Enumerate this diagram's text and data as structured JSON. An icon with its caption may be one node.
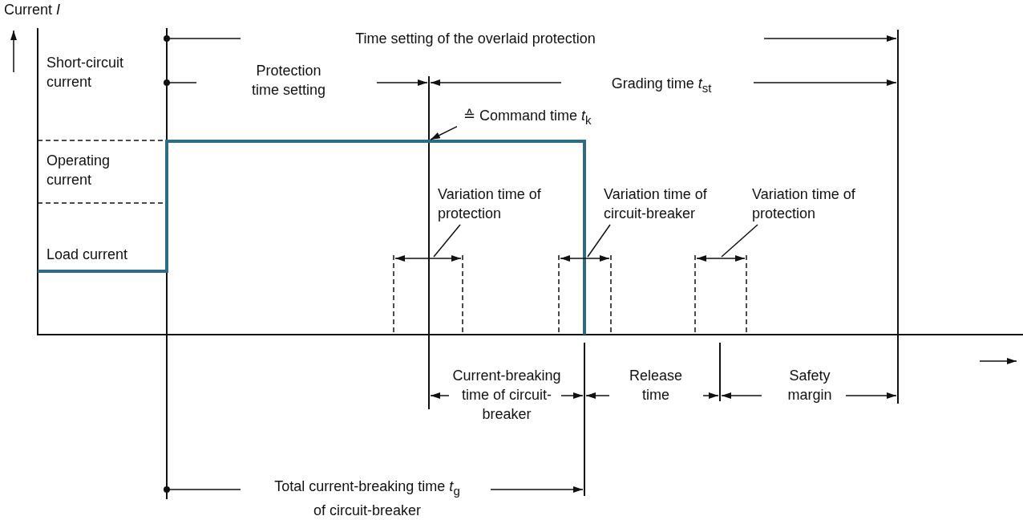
{
  "diagram": {
    "nodes": [
      {
        "text": [
          "Variation time of protection"
        ]
      },
      {
        "text": [
          "Variation time of circuit-breaker"
        ]
      },
      {
        "text": [
          "Variation time of protection"
        ]
      },
      {
        "text": [
          "≙ Command time *t*$_{k}$"
        ]
      }
    ],
    "edges": [
      {
        "from": 0,
        "to": null,
        "arrow": "none"
      },
      {
        "from": 1,
        "to": null,
        "arrow": "none"
      },
      {
        "from": 2,
        "to": null,
        "arrow": "none"
      },
      {
        "from": 3,
        "to": null,
        "arrow": "to"
      }
    ],
    "labels": [
      "Current *I*",
      "Short-circuit current",
      "Operating current",
      "Load current",
      "Time setting of the overlaid protection",
      "Protection time setting",
      "Grading time *t*$_{st}$",
      "Current-breaking time of circuit-breaker",
      "Release time",
      "Safety margin",
      "Total current-breaking time *t*$_{g}$ of circuit-breaker"
    ]
  }
}
